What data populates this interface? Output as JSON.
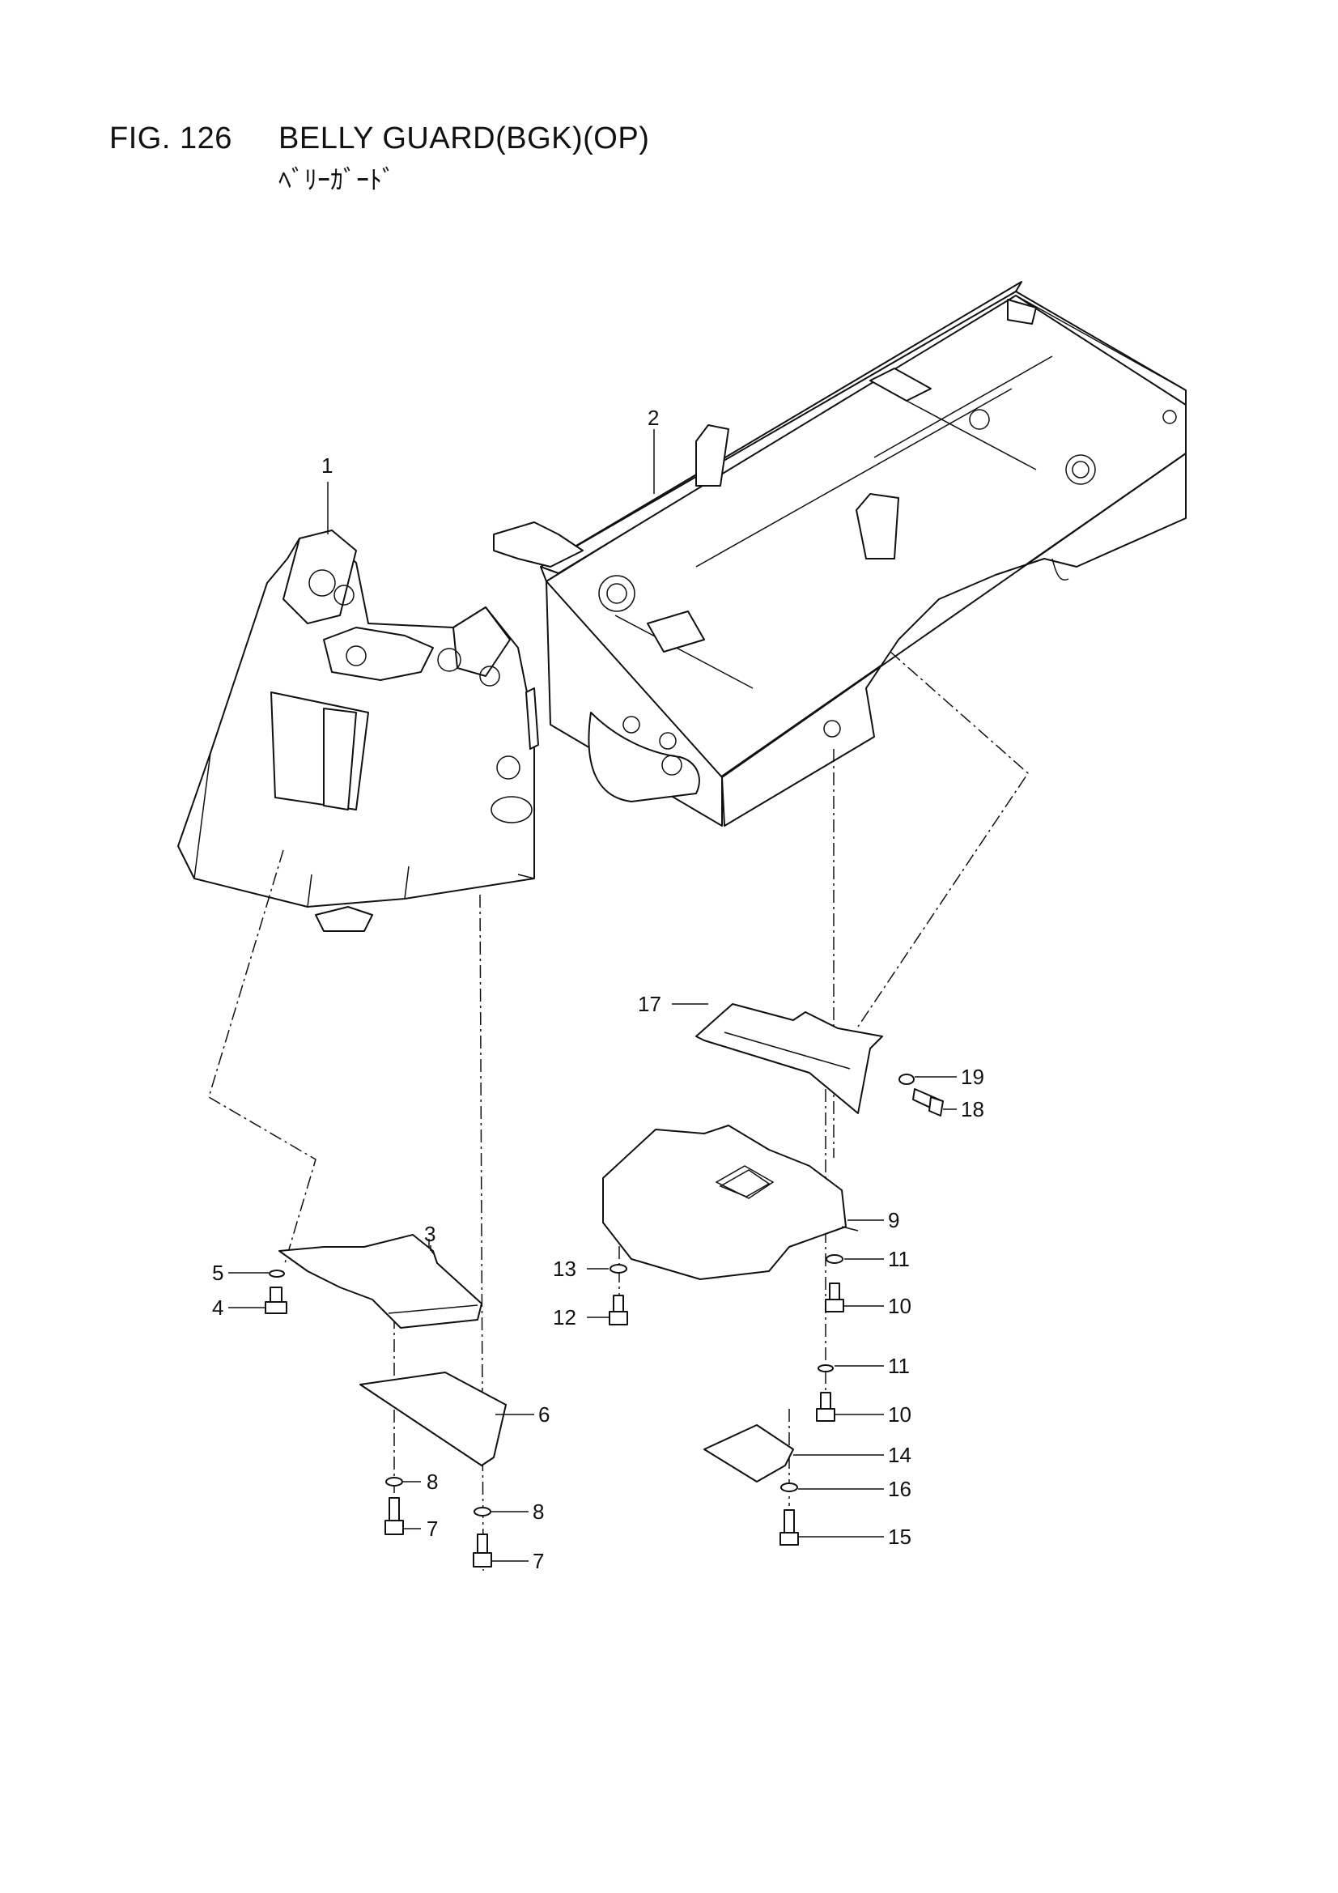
{
  "figure": {
    "number": "FIG. 126",
    "title": "BELLY GUARD(BGK)(OP)",
    "subtitle": "ﾍﾞﾘｰｶﾞｰﾄﾞ"
  },
  "callouts": [
    {
      "id": "c1",
      "label": "1"
    },
    {
      "id": "c2",
      "label": "2"
    },
    {
      "id": "c3",
      "label": "3"
    },
    {
      "id": "c4",
      "label": "4"
    },
    {
      "id": "c5",
      "label": "5"
    },
    {
      "id": "c6",
      "label": "6"
    },
    {
      "id": "c7a",
      "label": "7"
    },
    {
      "id": "c7b",
      "label": "7"
    },
    {
      "id": "c8a",
      "label": "8"
    },
    {
      "id": "c8b",
      "label": "8"
    },
    {
      "id": "c9",
      "label": "9"
    },
    {
      "id": "c10a",
      "label": "10"
    },
    {
      "id": "c10b",
      "label": "10"
    },
    {
      "id": "c11a",
      "label": "11"
    },
    {
      "id": "c11b",
      "label": "11"
    },
    {
      "id": "c12",
      "label": "12"
    },
    {
      "id": "c13",
      "label": "13"
    },
    {
      "id": "c14",
      "label": "14"
    },
    {
      "id": "c15",
      "label": "15"
    },
    {
      "id": "c16",
      "label": "16"
    },
    {
      "id": "c17",
      "label": "17"
    },
    {
      "id": "c18",
      "label": "18"
    },
    {
      "id": "c19",
      "label": "19"
    }
  ]
}
